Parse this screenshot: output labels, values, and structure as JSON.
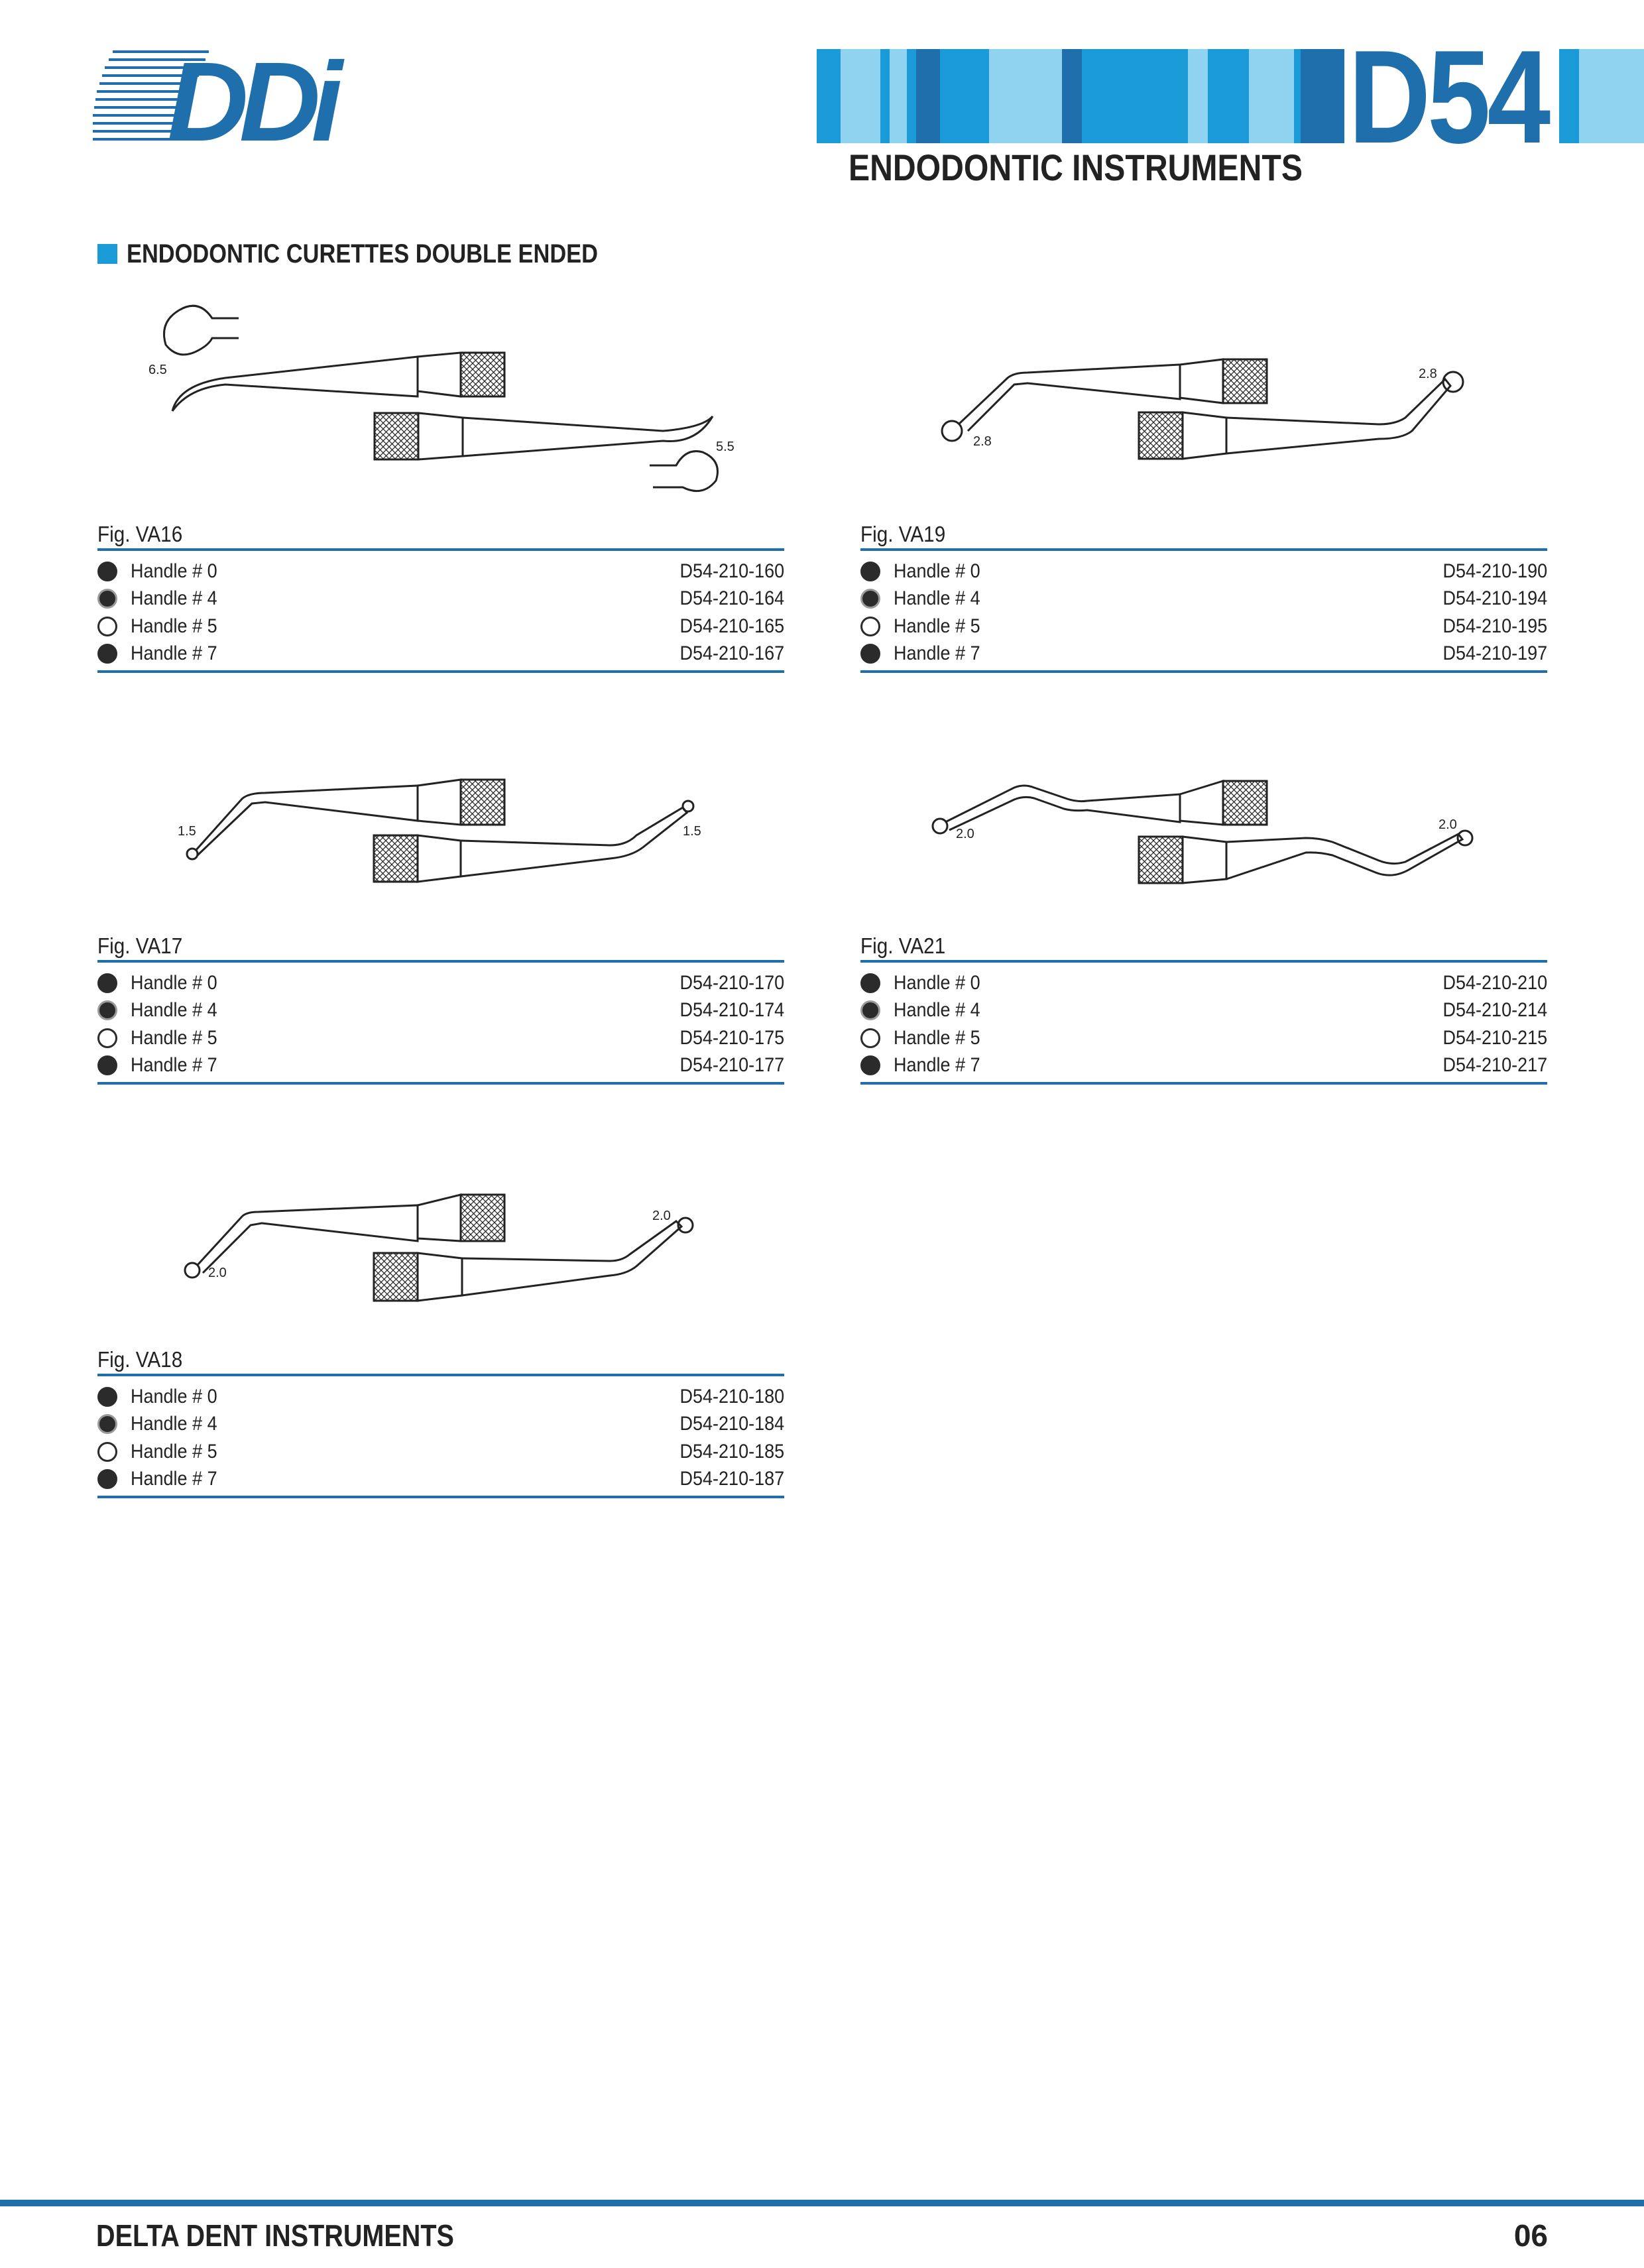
{
  "header": {
    "logo_text": "DDi",
    "catalog_code": "D54",
    "category_title": "ENDODONTIC INSTRUMENTS",
    "accent_color": "#1e6fab",
    "light_blue": "#8fd3f0",
    "mid_blue": "#1a9ad6"
  },
  "section": {
    "title": "ENDODONTIC CURETTES DOUBLE ENDED"
  },
  "figures": [
    {
      "label": "Fig. VA16",
      "dims": [
        "6.5",
        "5.5"
      ],
      "rows": [
        {
          "handle": "Handle # 0",
          "code": "D54-210-160",
          "marker": "filled"
        },
        {
          "handle": "Handle # 4",
          "code": "D54-210-164",
          "marker": "gray"
        },
        {
          "handle": "Handle # 5",
          "code": "D54-210-165",
          "marker": "open"
        },
        {
          "handle": "Handle # 7",
          "code": "D54-210-167",
          "marker": "filled"
        }
      ]
    },
    {
      "label": "Fig. VA19",
      "dims": [
        "2.8",
        "2.8"
      ],
      "rows": [
        {
          "handle": "Handle # 0",
          "code": "D54-210-190",
          "marker": "filled"
        },
        {
          "handle": "Handle # 4",
          "code": "D54-210-194",
          "marker": "gray"
        },
        {
          "handle": "Handle # 5",
          "code": "D54-210-195",
          "marker": "open"
        },
        {
          "handle": "Handle # 7",
          "code": "D54-210-197",
          "marker": "filled"
        }
      ]
    },
    {
      "label": "Fig. VA17",
      "dims": [
        "1.5",
        "1.5"
      ],
      "rows": [
        {
          "handle": "Handle # 0",
          "code": "D54-210-170",
          "marker": "filled"
        },
        {
          "handle": "Handle # 4",
          "code": "D54-210-174",
          "marker": "gray"
        },
        {
          "handle": "Handle # 5",
          "code": "D54-210-175",
          "marker": "open"
        },
        {
          "handle": "Handle # 7",
          "code": "D54-210-177",
          "marker": "filled"
        }
      ]
    },
    {
      "label": "Fig. VA21",
      "dims": [
        "2.0",
        "2.0"
      ],
      "rows": [
        {
          "handle": "Handle # 0",
          "code": "D54-210-210",
          "marker": "filled"
        },
        {
          "handle": "Handle # 4",
          "code": "D54-210-214",
          "marker": "gray"
        },
        {
          "handle": "Handle # 5",
          "code": "D54-210-215",
          "marker": "open"
        },
        {
          "handle": "Handle # 7",
          "code": "D54-210-217",
          "marker": "filled"
        }
      ]
    },
    {
      "label": "Fig. VA18",
      "dims": [
        "2.0",
        "2.0"
      ],
      "rows": [
        {
          "handle": "Handle # 0",
          "code": "D54-210-180",
          "marker": "filled"
        },
        {
          "handle": "Handle # 4",
          "code": "D54-210-184",
          "marker": "gray"
        },
        {
          "handle": "Handle # 5",
          "code": "D54-210-185",
          "marker": "open"
        },
        {
          "handle": "Handle # 7",
          "code": "D54-210-187",
          "marker": "filled"
        }
      ]
    }
  ],
  "footer": {
    "company": "DELTA DENT INSTRUMENTS",
    "page_number": "06"
  }
}
